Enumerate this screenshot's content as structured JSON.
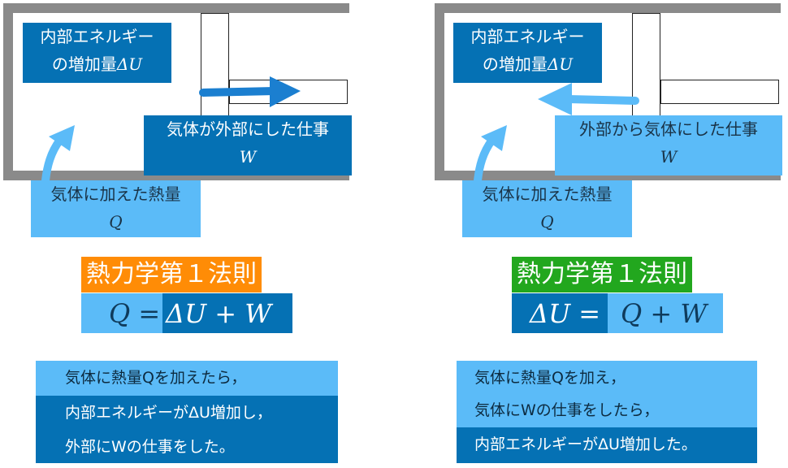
{
  "colors": {
    "dark_blue": "#0571b4",
    "light_blue": "#5bbbf8",
    "orange": "#ff8c06",
    "green": "#22a71e",
    "container_gray": "#8a8a8a"
  },
  "left": {
    "internal_energy_label": {
      "line1": "内部エネルギー",
      "line2_prefix": "の増加量",
      "var": "ΔU"
    },
    "work_label": {
      "text": "気体が外部にした仕事",
      "var": "W"
    },
    "heat_label": {
      "text": "気体に加えた熱量",
      "var": "Q"
    },
    "law_title": "熱力学第１法則",
    "formula": {
      "lhs": "Q =",
      "rhs": "ΔU + W"
    },
    "explanation": [
      "気体に熱量Qを加えたら，",
      "内部エネルギーがΔU増加し，",
      "外部にWの仕事をした。"
    ]
  },
  "right": {
    "internal_energy_label": {
      "line1": "内部エネルギー",
      "line2_prefix": "の増加量",
      "var": "ΔU"
    },
    "work_label": {
      "text": "外部から気体にした仕事",
      "var": "W"
    },
    "heat_label": {
      "text": "気体に加えた熱量",
      "var": "Q"
    },
    "law_title": "熱力学第１法則",
    "formula": {
      "lhs": "ΔU =",
      "rhs": "Q + W"
    },
    "explanation": [
      "気体に熱量Qを加え，",
      "気体にWの仕事をしたら，",
      "内部エネルギーがΔU増加した。"
    ]
  },
  "icons": {
    "work_arrow_left_panel": "arrow-right-icon",
    "work_arrow_right_panel": "arrow-left-icon",
    "heat_arrow": "arrow-up-right-icon"
  }
}
